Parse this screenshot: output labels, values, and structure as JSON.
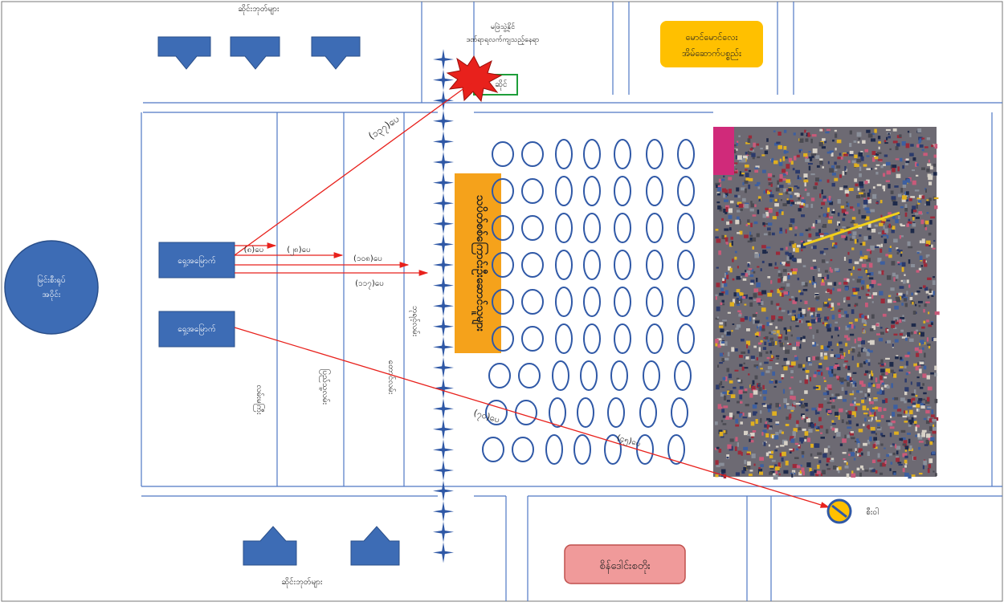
{
  "labels": {
    "shops_top": "ဆိုင်းဘုတ်များ",
    "shops_bottom": "ဆိုင်းဘုတ်များ",
    "explosion_line1": "မဖြဲသွဲ့နိုင်",
    "explosion_line2": "ဒဏ်ရာရလက်ကျသည့်နေရာ",
    "building_small": "ဆိုင်",
    "yellow_line1": "မောင်မောင်လေး",
    "yellow_line2": "အိမ်ဆောက်ပစ္စည်း",
    "circle_line1": "မြင်းစီးရုပ်",
    "circle_line2": "အဝိုင်း",
    "shooter_1": "ရှေ့အမြောက်",
    "shooter_2": "ရှေ့အမြောက်",
    "orange_banner": "သပိတ်စစ်ကြောင်းဦးဆောင်သူများ",
    "street_1": "လမ်းမကြီး",
    "street_2": "ပြည်သူ့လမ်း",
    "street_3": "တောင်လမ်း",
    "street_4": "ဘုရင့်လမ်း",
    "pink_building": "စိန်ဒေါင်းစတိုး",
    "no_entry": "စီးဝါ"
  },
  "distances": [
    {
      "id": "d1",
      "label": "(၈)ပေ"
    },
    {
      "id": "d2",
      "label": "(၂၈)ပေ"
    },
    {
      "id": "d3",
      "label": "(၁၀၈)ပေ"
    },
    {
      "id": "d4",
      "label": "(၁၁၇)ပေ"
    },
    {
      "id": "d5",
      "label": "(၁၃၇)ပေ"
    },
    {
      "id": "d6",
      "label": "(၇၀)ပေ"
    },
    {
      "id": "d7",
      "label": "(၄၅)ပေ"
    }
  ],
  "colors": {
    "road": "#4f78c4",
    "building_fill": "#3d6cb5",
    "arrow": "#e8211c",
    "explosion": "#e8211c",
    "yellow_box": "#ffc000",
    "orange_banner": "#f5a21b",
    "pink_box": "#f09a9a",
    "crowd_ellipse": "#2f58a6",
    "green_box": "#1e9e3a"
  }
}
